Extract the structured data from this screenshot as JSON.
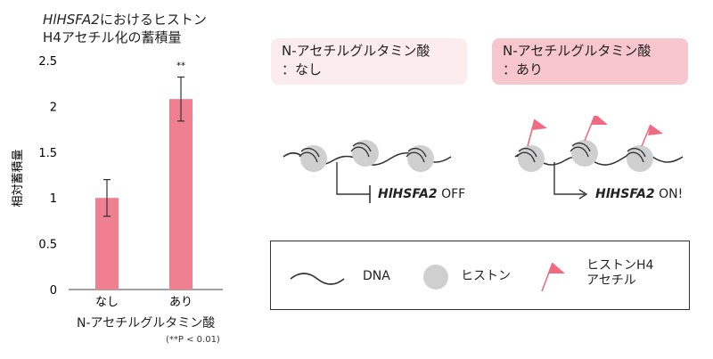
{
  "chart_title": {
    "gene": "HlHSFA2",
    "suffix": "におけるヒストン",
    "line2": "H4アセチル化の蓄積量"
  },
  "chart_data": {
    "type": "bar",
    "categories": [
      "なし",
      "あり"
    ],
    "values": [
      1.0,
      2.08
    ],
    "errors": [
      0.2,
      0.24
    ],
    "significance": [
      "",
      "**"
    ],
    "xlabel": "N-アセチルグルタミン酸",
    "ylabel": "相対蓄積量",
    "ylim": [
      0,
      2.5
    ],
    "yticks": [
      "0",
      "0.5",
      "1",
      "1.5",
      "2",
      "2.5"
    ],
    "ytick_values": [
      0,
      0.5,
      1,
      1.5,
      2,
      2.5
    ],
    "bar_color": "#f08090",
    "p_note": "(**P < 0.01)"
  },
  "conditions": {
    "none": {
      "line1": "N-アセチルグルタミン酸",
      "line2": "：なし"
    },
    "ari": {
      "line1": "N-アセチルグルタミン酸",
      "line2": "：あり"
    }
  },
  "gene_state": {
    "off": {
      "gene": "HlHSFA2",
      "state": "OFF"
    },
    "on": {
      "gene": "HlHSFA2",
      "state": "ON!"
    }
  },
  "legend": {
    "dna": "DNA",
    "histone": "ヒストン",
    "acetyl_line1": "ヒストンH4",
    "acetyl_line2": "アセチル"
  },
  "colors": {
    "flag": "#f06a82",
    "histone": "#cfcfcf",
    "line": "#333333"
  }
}
